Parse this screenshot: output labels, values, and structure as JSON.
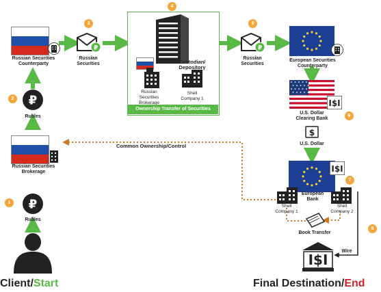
{
  "colors": {
    "green": "#58b947",
    "orange": "#f4a63a",
    "dark": "#222222",
    "dotted": "#c9781d",
    "red": "#cc2229",
    "russia_white": "#ffffff",
    "russia_blue": "#1f50a8",
    "russia_red": "#d52b1e",
    "eu_blue": "#1c3f95",
    "eu_star": "#f6d232"
  },
  "labels": {
    "russian_counterparty": "Russian Securities Counterparty",
    "russian_securities_1": "Russian Securities",
    "custodian": "Custodian/ Depository",
    "russian_brokerage_inner": "Russian Securities Brokerage",
    "shell_company_1_inner": "Shell Company 1",
    "ownership_transfer": "Ownership Transfer of Securities",
    "russian_securities_2": "Russian Securities",
    "european_counterparty": "European Securities Counterparty",
    "usd_clearing_bank": "U.S. Dollar Clearing Bank",
    "us_dollar": "U.S. Dollar",
    "rubles_top": "Rubles",
    "common_ownership": "Common Ownership/Control",
    "russian_brokerage": "Russian Securities Brokerage",
    "rubles_bottom": "Rubles",
    "european_bank": "European Bank",
    "shell_company_1": "Shell Company 1",
    "shell_company_2": "Shell Company 2",
    "book_transfer": "Book Transfer",
    "wire": "Wire",
    "client": "Client/",
    "start": "Start",
    "final_destination": "Final Destination/",
    "end": "End"
  },
  "steps": [
    "1",
    "2",
    "3",
    "4",
    "5",
    "6",
    "7",
    "8"
  ],
  "icons": {
    "ruble_symbol": "₽",
    "dollar_symbol": "$",
    "bank_dollar_symbol": "$"
  }
}
